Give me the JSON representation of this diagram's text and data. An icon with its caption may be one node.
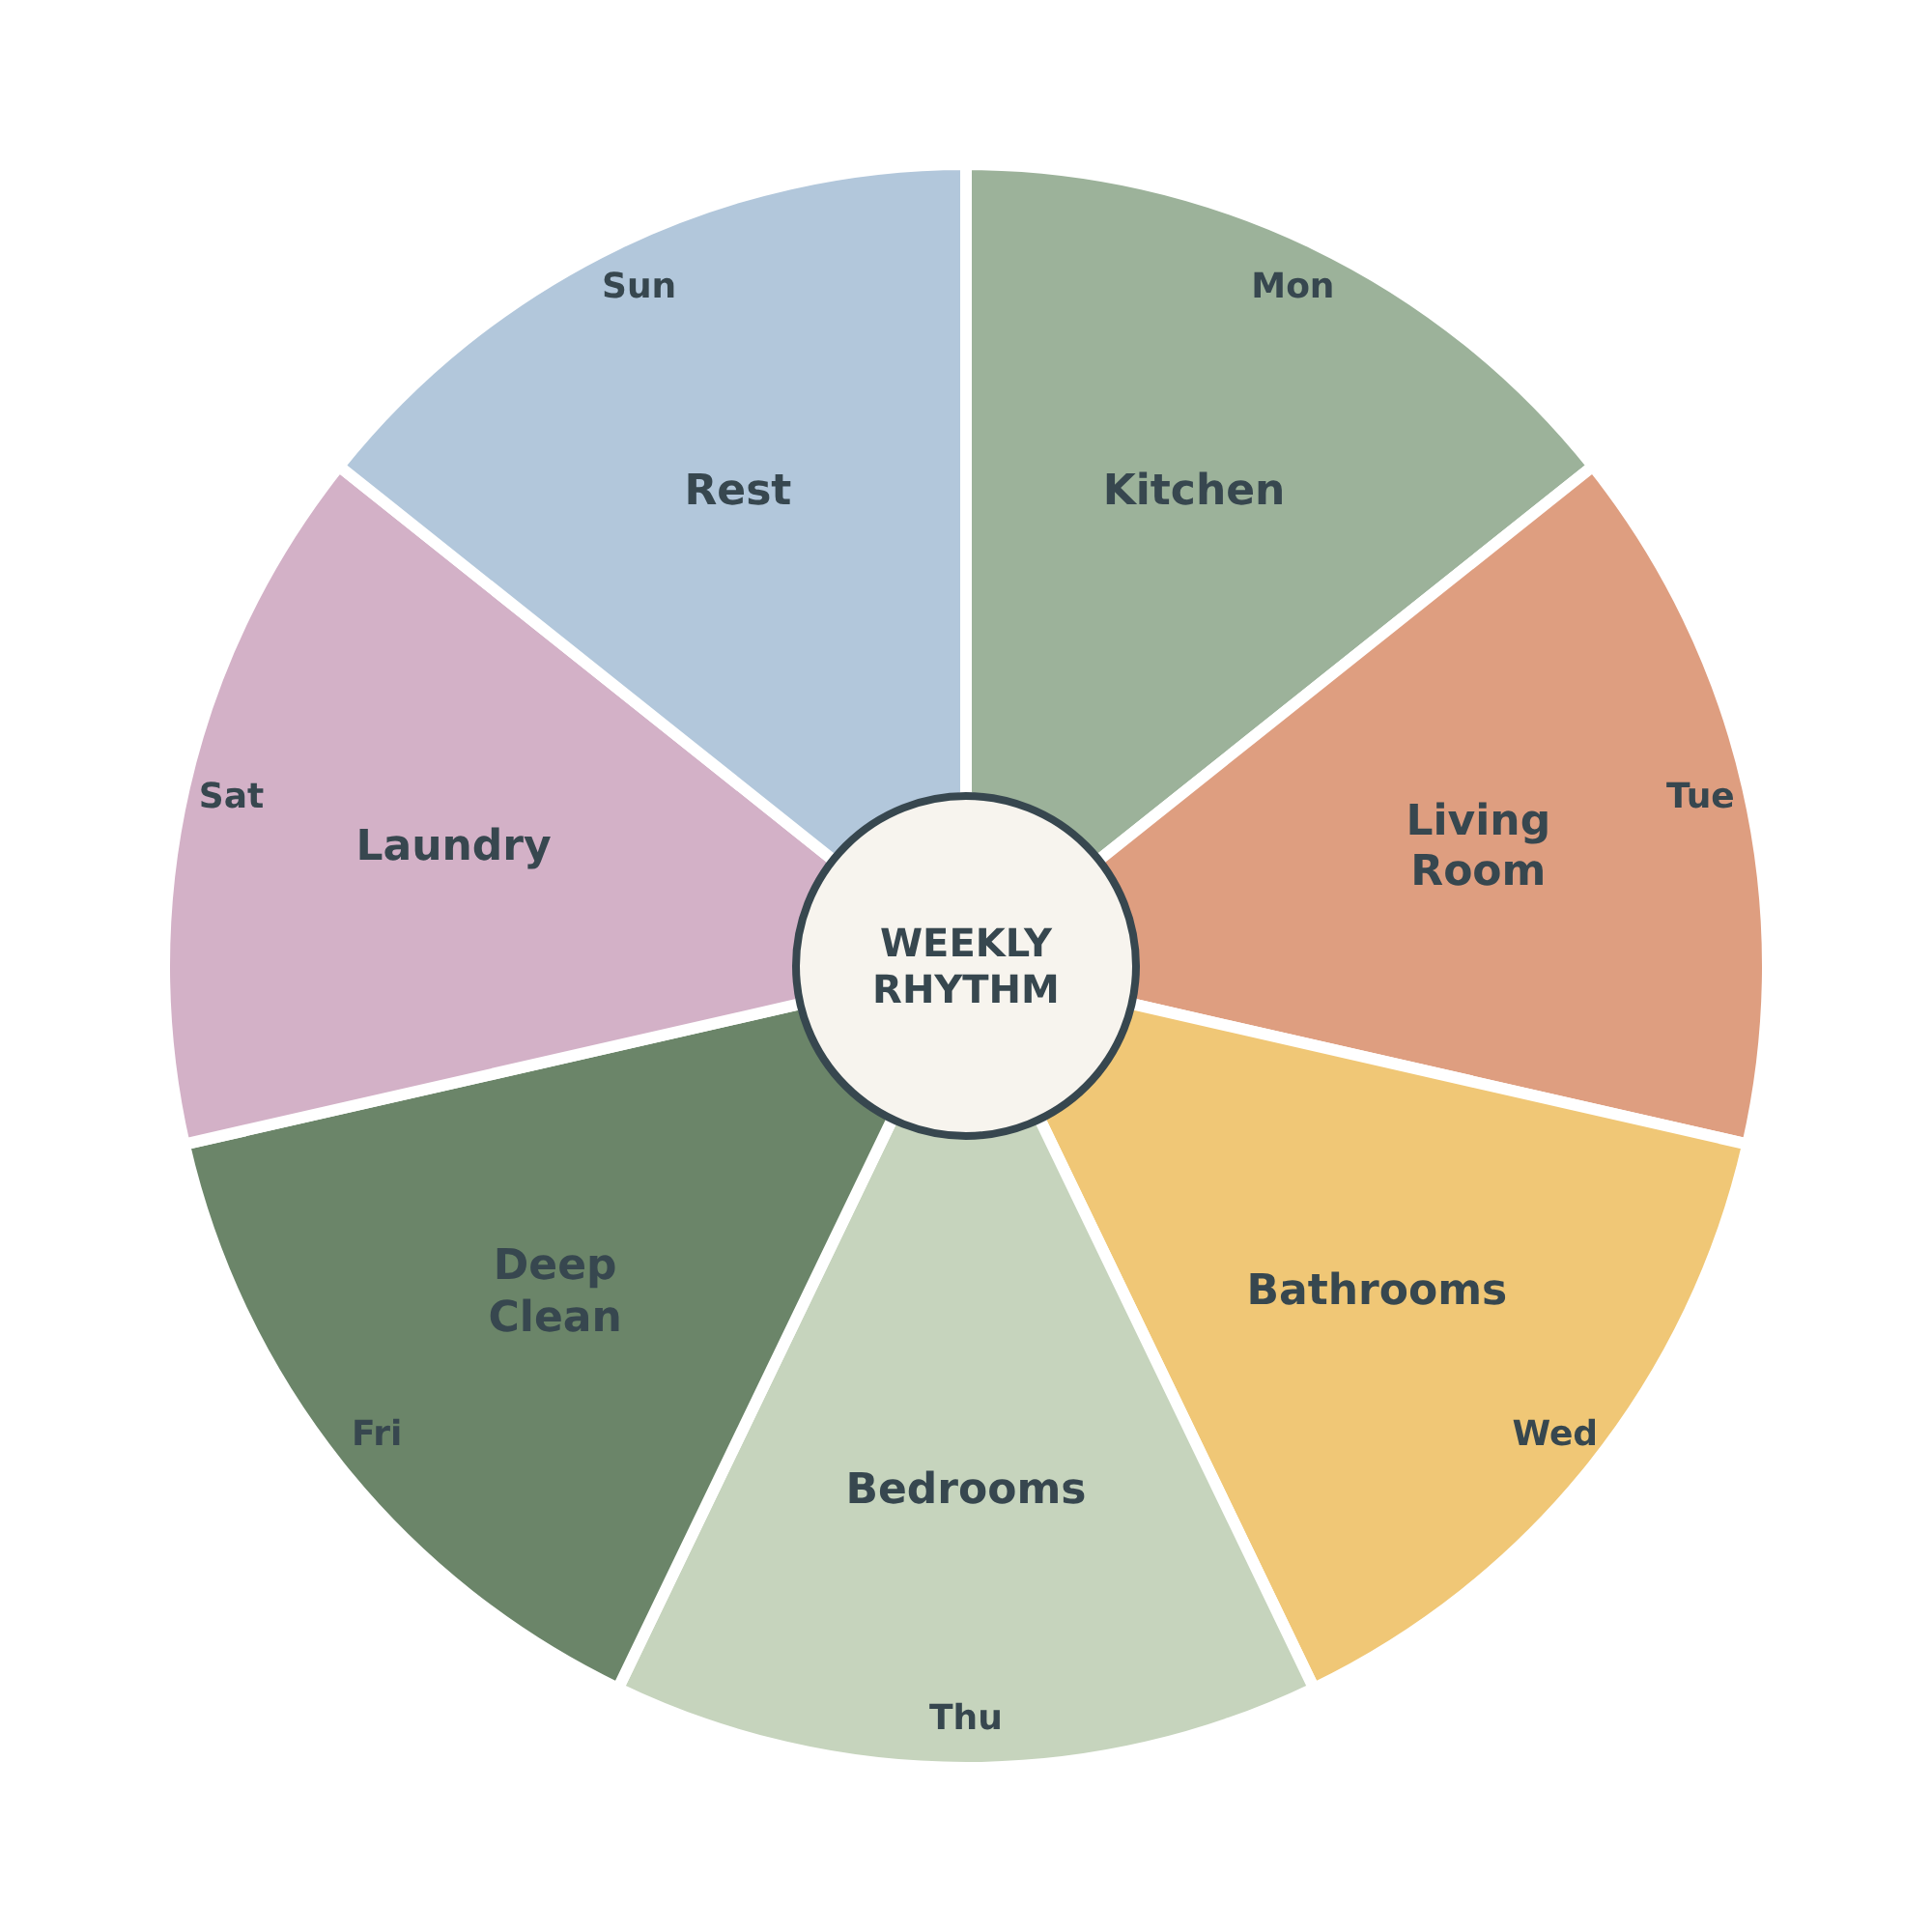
{
  "diagram": {
    "nodes": [
      {
        "text": [
          "WEEKLY RHYTHM"
        ]
      },
      {
        "text": [
          "Mon",
          "Kitchen"
        ]
      },
      {
        "text": [
          "Tue",
          "Living Room"
        ]
      },
      {
        "text": [
          "Bathrooms",
          "Wed"
        ]
      },
      {
        "text": [
          "Bedrooms",
          "Thu"
        ]
      },
      {
        "text": [
          "Deep Clean",
          "Fri"
        ]
      },
      {
        "text": [
          "Sat",
          "Laundry"
        ]
      },
      {
        "text": [
          "Sun",
          "Rest"
        ]
      }
    ]
  }
}
